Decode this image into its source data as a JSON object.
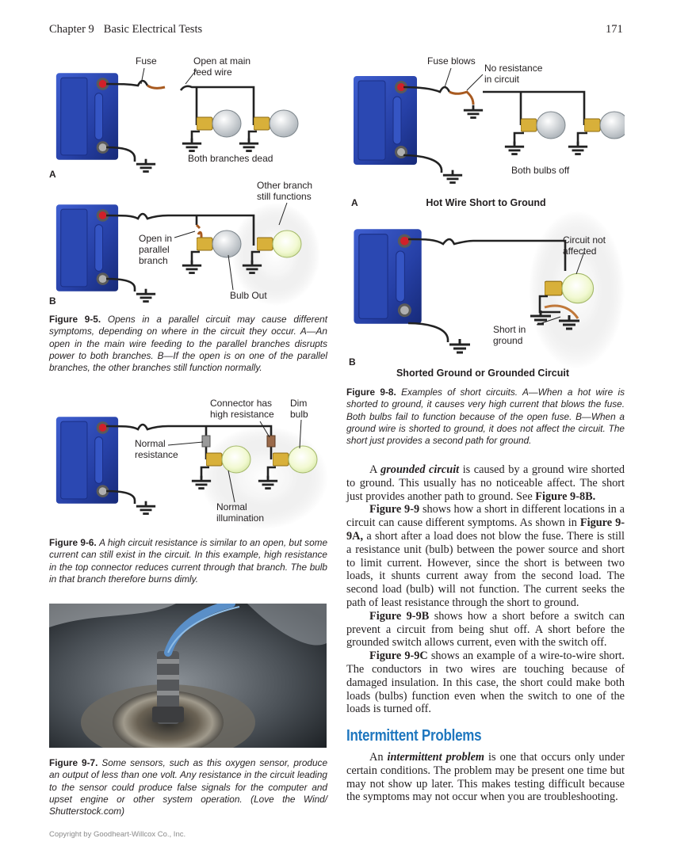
{
  "header": {
    "chapter": "Chapter 9",
    "chapter_title": "Basic Electrical Tests",
    "page_number": "171"
  },
  "fig5": {
    "a": {
      "panel": "A",
      "fuse": "Fuse",
      "open_main": "Open at main\nfeed wire",
      "dead": "Both branches dead"
    },
    "b": {
      "panel": "B",
      "other": "Other branch\nstill functions",
      "open_parallel": "Open in\nparallel\nbranch",
      "bulb_out": "Bulb Out"
    },
    "caption_label": "Figure 9-5.",
    "caption_text": "Opens in a parallel circuit may cause different symptoms, depending on where in the circuit they occur. A—An open in the main wire feeding to the parallel branches disrupts power to both branches. B—If the open is on one of the parallel branches, the other branches still function normally."
  },
  "fig6": {
    "connector": "Connector has\nhigh resistance",
    "dim": "Dim\nbulb",
    "normal_res": "Normal\nresistance",
    "normal_illum": "Normal\nillumination",
    "caption_label": "Figure 9-6.",
    "caption_text": "A high circuit resistance is similar to an open, but some current can still exist in the circuit. In this example, high resistance in the top connector reduces current through that branch. The bulb in that branch therefore burns dimly."
  },
  "fig7": {
    "caption_label": "Figure 9-7.",
    "caption_text": "Some sensors, such as this oxygen sensor, produce an output of less than one volt. Any resistance in the circuit leading to the sensor could produce false signals for the computer and upset engine or other system operation. (Love the Wind/ Shutterstock.com)"
  },
  "fig8": {
    "a": {
      "panel": "A",
      "fuse_blows": "Fuse blows",
      "no_res": "No resistance\nin circuit",
      "both_off": "Both bulbs off",
      "title": "Hot Wire Short to Ground"
    },
    "b": {
      "panel": "B",
      "not_affected": "Circuit not\naffected",
      "short_in": "Short in\nground",
      "title": "Shorted Ground or Grounded Circuit"
    },
    "caption_label": "Figure 9-8.",
    "caption_text": "Examples of short circuits. A—When a hot wire is shorted to ground, it causes very high current that blows the fuse. Both bulbs fail to function because of the open fuse. B—When a ground wire is shorted to ground, it does not affect the circuit. The short just provides a second path for ground."
  },
  "body": {
    "p1": {
      "a": "A ",
      "term": "grounded circuit",
      "b": " is caused by a ground wire shorted to ground. This usually has no noticeable affect. The short just provides another path to ground. See ",
      "ref": "Figure 9-8B.",
      "c": ""
    },
    "p2": {
      "ref1": "Figure 9-9",
      "a": " shows how a short in different locations in a circuit can cause different symptoms. As shown in ",
      "ref2": "Figure 9-9A,",
      "b": " a short after a load does not blow the fuse. There is still a resistance unit (bulb) between the power source and short to limit current. However, since the short is between two loads, it shunts current away from the second load. The second load (bulb) will not function. The current seeks the path of least resistance through the short to ground."
    },
    "p3": {
      "ref": "Figure 9-9B",
      "a": " shows how a short before a switch can prevent a circuit from being shut off. A short before the grounded switch allows current, even with the switch off."
    },
    "p4": {
      "ref": "Figure 9-9C",
      "a": " shows an example of a wire-to-wire short. The conductors in two wires are touching because of damaged insulation. In this case, the short could make both loads (bulbs) function even when the switch to one of the loads is turned off."
    },
    "heading": "Intermittent Problems",
    "p5": {
      "a": "An ",
      "term": "intermittent problem",
      "b": " is one that occurs only under certain conditions. The problem may be present one time but may not show up later. This makes testing difficult because the symptoms may not occur when you are troubleshooting."
    }
  },
  "footer": "Copyright by Goodheart-Willcox Co., Inc.",
  "colors": {
    "heading_blue": "#1f77bf",
    "battery_blue": "#2a46a8"
  }
}
